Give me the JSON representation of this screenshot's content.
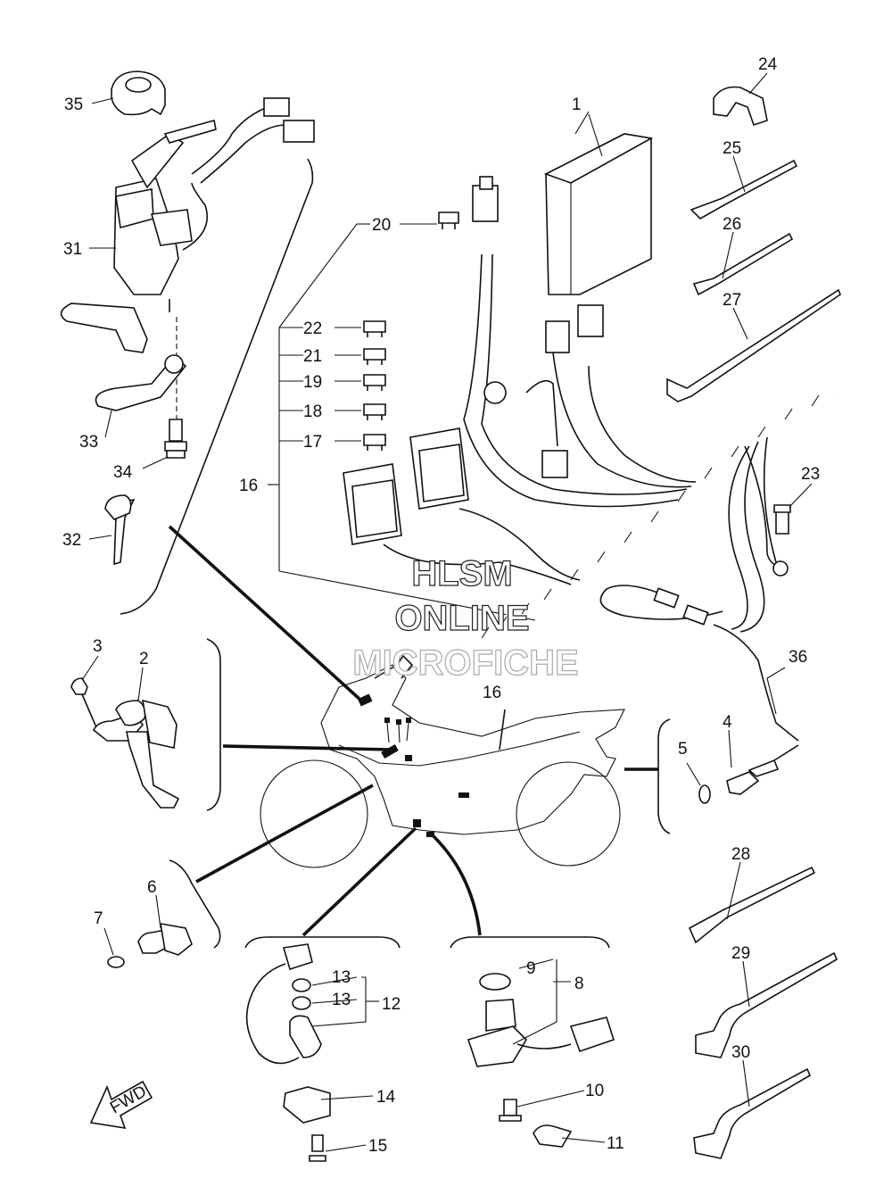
{
  "callouts": {
    "c1": "1",
    "c2": "2",
    "c3": "3",
    "c4": "4",
    "c5": "5",
    "c6": "6",
    "c7": "7",
    "c8": "8",
    "c9": "9",
    "c10": "10",
    "c11": "11",
    "c12": "12",
    "c13a": "13",
    "c13b": "13",
    "c14": "14",
    "c15": "15",
    "c16a": "16",
    "c16b": "16",
    "c17": "17",
    "c18": "18",
    "c19": "19",
    "c20": "20",
    "c21": "21",
    "c22": "22",
    "c23": "23",
    "c24": "24",
    "c25": "25",
    "c26": "26",
    "c27": "27",
    "c28": "28",
    "c29": "29",
    "c30": "30",
    "c31": "31",
    "c32": "32",
    "c33": "33",
    "c34": "34",
    "c35": "35",
    "c36": "36"
  },
  "watermark": {
    "line1": "HLSM",
    "line2": "ONLINE",
    "line3": "MICROFICHE"
  },
  "direction_arrow": {
    "label": "FWD"
  }
}
